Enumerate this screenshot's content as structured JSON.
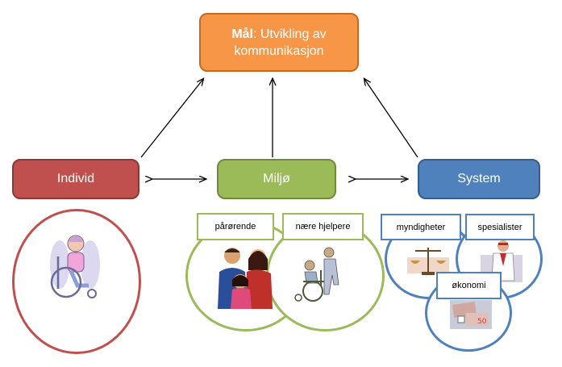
{
  "goal": {
    "bold_label": "Mål",
    "text": ": Utvikling av kommunikasjon"
  },
  "nodes": {
    "individ": "Individ",
    "miljo": "Miljø",
    "system": "System"
  },
  "labels": {
    "parorende": "pårørende",
    "naere_hjelpere": "nære hjelpere",
    "myndigheter": "myndigheter",
    "spesialister": "spesialister",
    "okonomi": "økonomi"
  },
  "colors": {
    "goal": "#f79646",
    "individ": "#c0504d",
    "miljo": "#9bbb59",
    "system": "#4f81bd"
  },
  "images": {
    "individ": "person-in-wheelchair-icon",
    "parorende": "family-icon",
    "naere_hjelpere": "caregiver-wheelchair-icon",
    "myndigheter": "scales-of-justice-icon",
    "spesialister": "doctor-icon",
    "okonomi": "money-icon"
  }
}
